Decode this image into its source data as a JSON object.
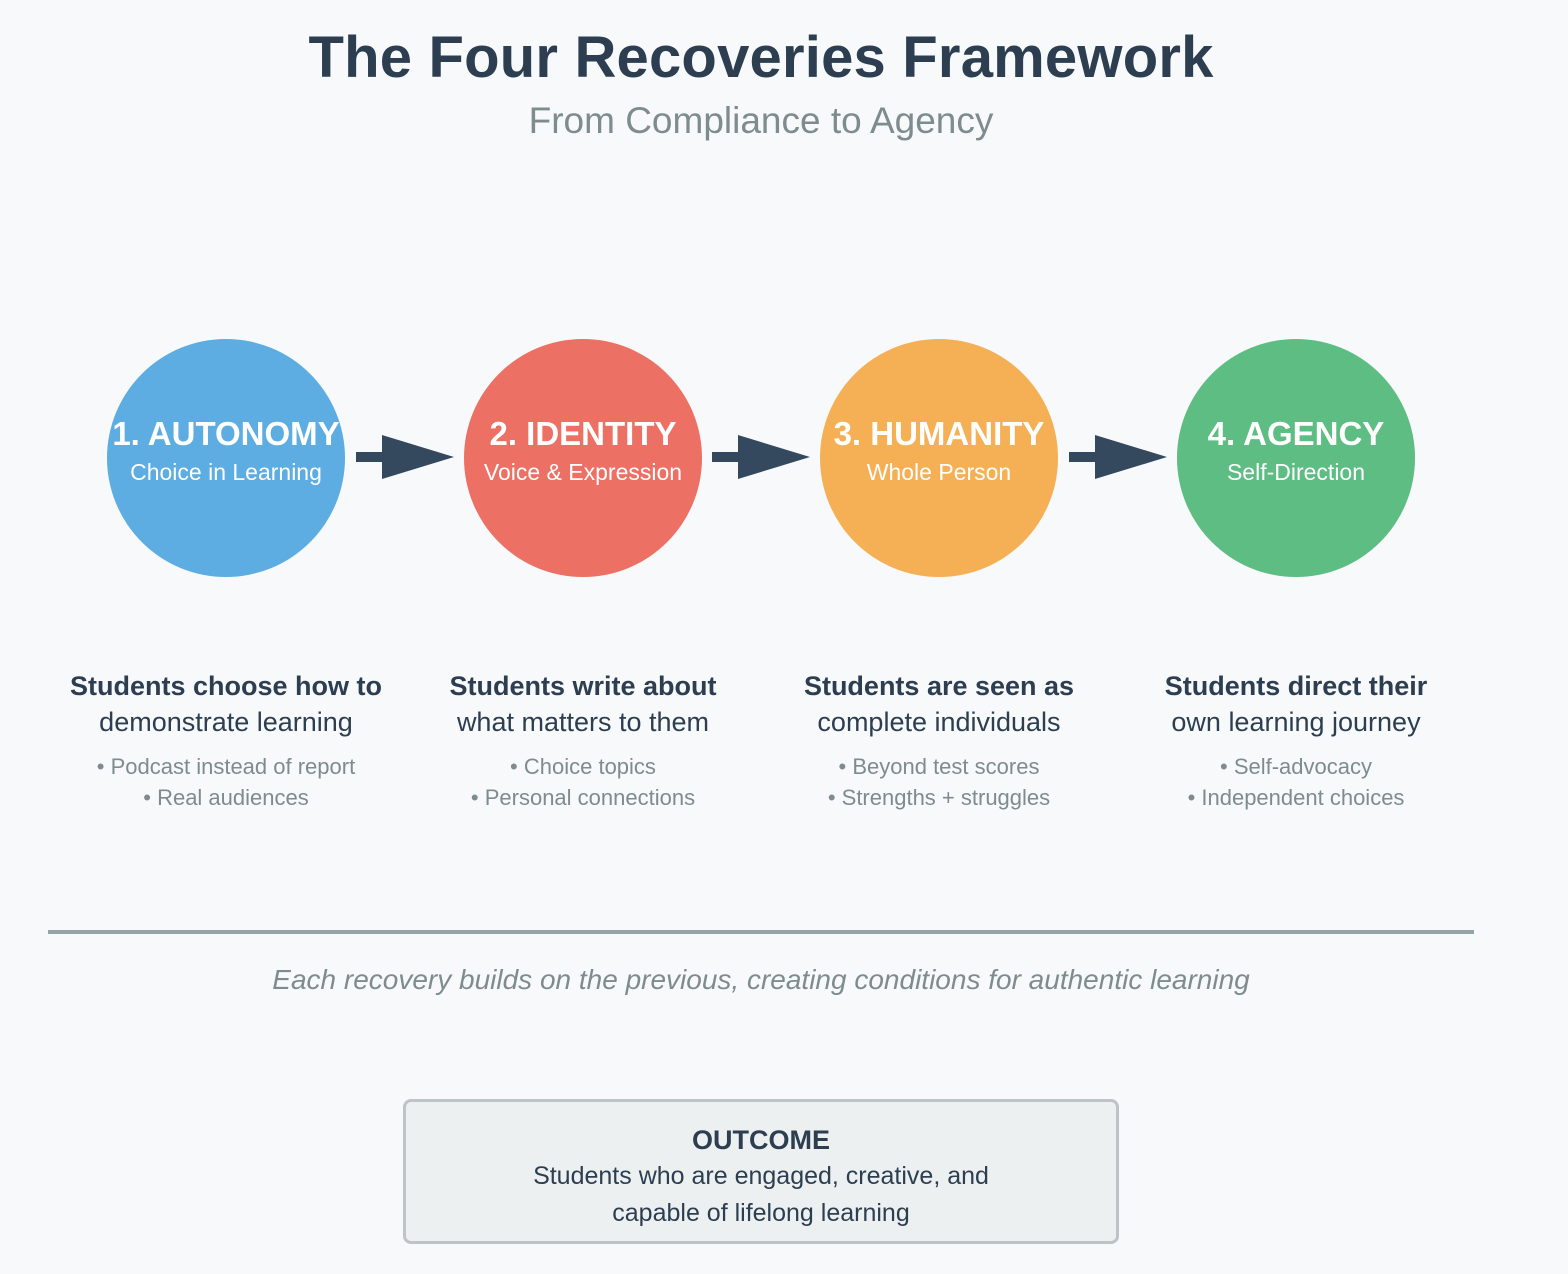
{
  "title": "The Four Recoveries Framework",
  "subtitle": "From Compliance to Agency",
  "recoveries": [
    {
      "title": "1. AUTONOMY",
      "subtitle": "Choice in Learning",
      "color": "#5dade2",
      "desc_bold": "Students choose how to",
      "desc_normal": "demonstrate learning",
      "bullets": [
        "• Podcast instead of report",
        "• Real audiences"
      ]
    },
    {
      "title": "2. IDENTITY",
      "subtitle": "Voice & Expression",
      "color": "#ec7063",
      "desc_bold": "Students write about",
      "desc_normal": "what matters to them",
      "bullets": [
        "• Choice topics",
        "• Personal connections"
      ]
    },
    {
      "title": "3. HUMANITY",
      "subtitle": "Whole Person",
      "color": "#f5b055",
      "desc_bold": "Students are seen as",
      "desc_normal": "complete individuals",
      "bullets": [
        "• Beyond test scores",
        "• Strengths + struggles"
      ]
    },
    {
      "title": "4. AGENCY",
      "subtitle": "Self-Direction",
      "color": "#5dbd82",
      "desc_bold": "Students direct their",
      "desc_normal": "own learning journey",
      "bullets": [
        "• Self-advocacy",
        "• Independent choices"
      ]
    }
  ],
  "arrow_color": "#34495e",
  "footnote": "Each recovery builds on the previous, creating conditions for authentic learning",
  "outcome": {
    "title": "OUTCOME",
    "line1": "Students who are engaged, creative, and",
    "line2": "capable of lifelong learning"
  }
}
